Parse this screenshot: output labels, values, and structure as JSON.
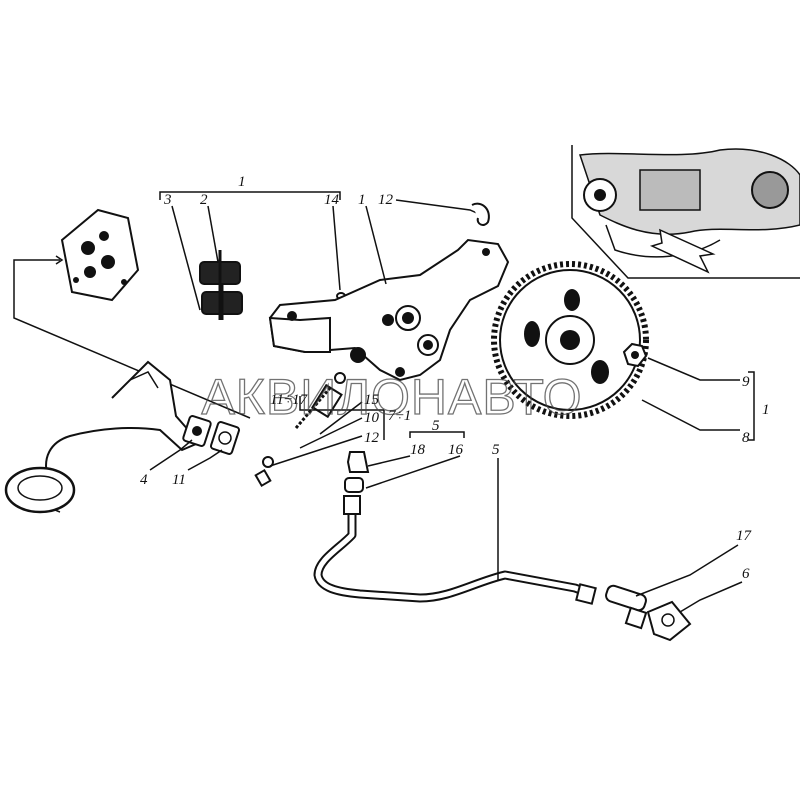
{
  "watermark": "АКВИЛОНАВТО",
  "callouts": {
    "group_top": "1",
    "n3": "3",
    "n2": "2",
    "n14": "14",
    "n1_pump": "1",
    "n12_top": "12",
    "n11_17": "11÷17",
    "n15": "15",
    "n10": "10",
    "n12_mid": "12",
    "n7_1": "7÷1",
    "n5_upper": "5",
    "n18": "18",
    "n16": "16",
    "n5_tube": "5",
    "n4": "4",
    "n11": "11",
    "n9": "9",
    "n8": "8",
    "n1_right": "1",
    "n17": "17",
    "n6": "6"
  },
  "colors": {
    "ink": "#111111",
    "watermark": "#444444",
    "background": "#ffffff"
  }
}
